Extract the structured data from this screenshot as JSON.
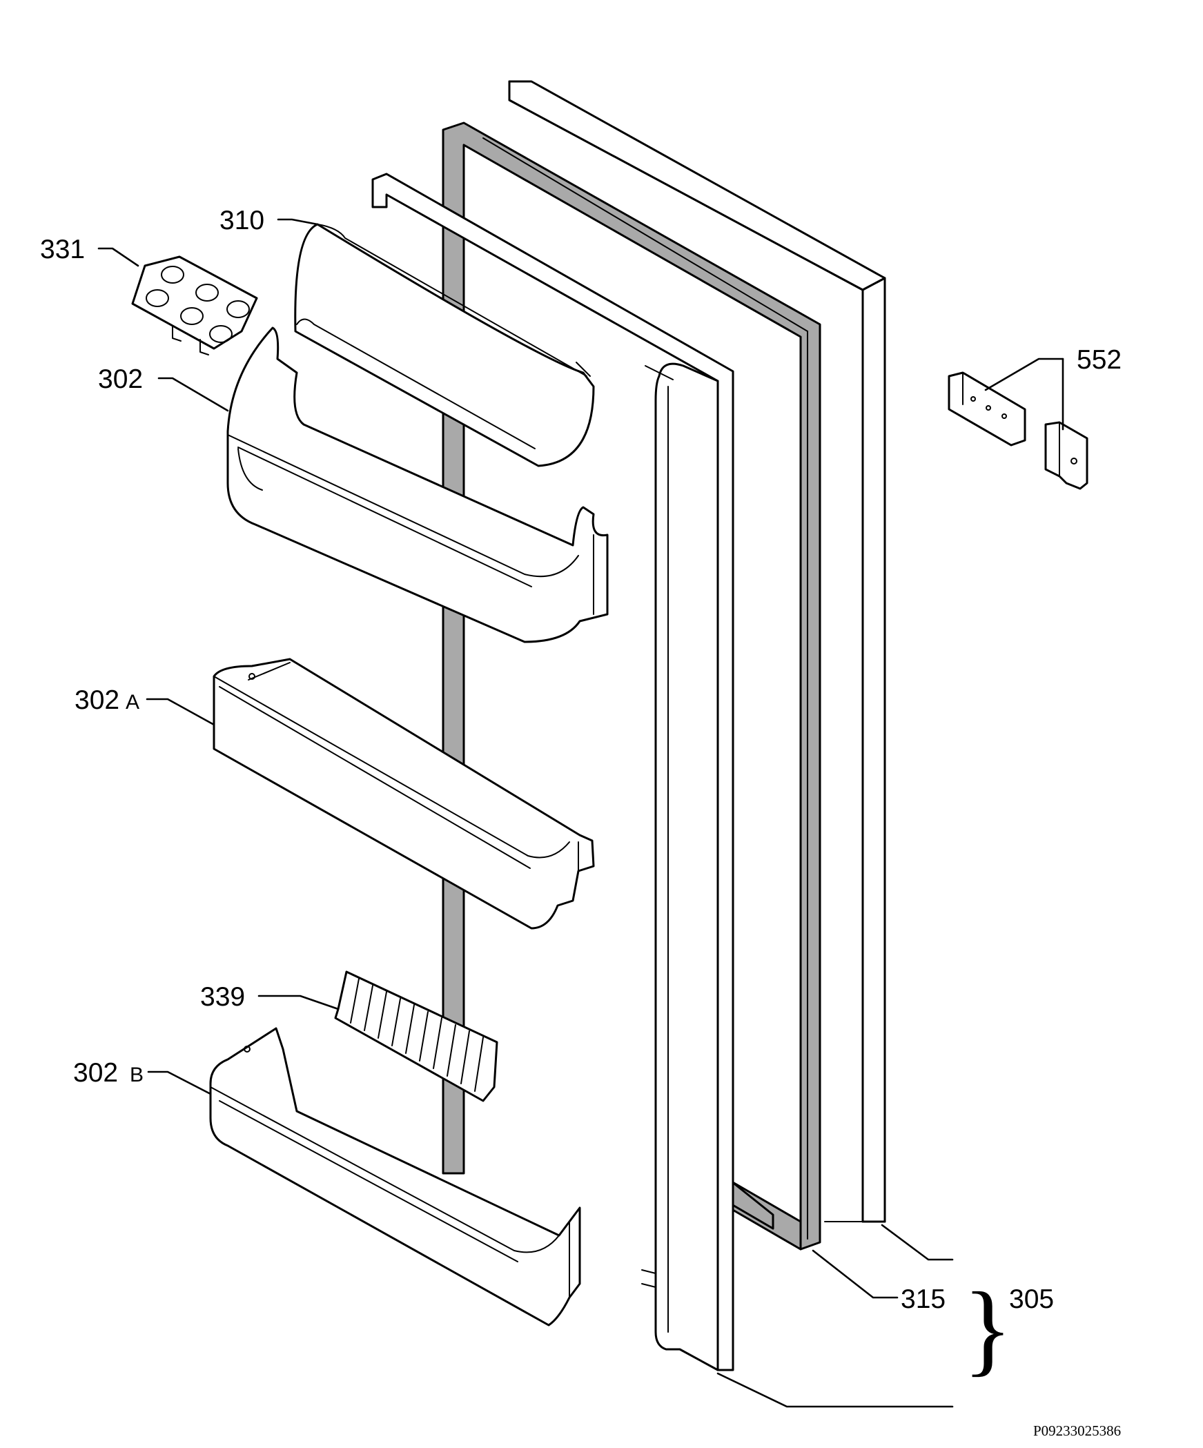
{
  "diagram": {
    "parts": [
      {
        "id": "331",
        "label": "331"
      },
      {
        "id": "310",
        "label": "310"
      },
      {
        "id": "302",
        "label": "302"
      },
      {
        "id": "302A",
        "label": "302",
        "suffix": "A"
      },
      {
        "id": "339",
        "label": "339"
      },
      {
        "id": "302B",
        "label": "302",
        "suffix": "B"
      },
      {
        "id": "552",
        "label": "552"
      },
      {
        "id": "315",
        "label": "315"
      },
      {
        "id": "305",
        "label": "305"
      }
    ],
    "drawing_number": "P09233025386",
    "colors": {
      "line": "#000000",
      "gasket": "#a9a9a9",
      "background": "#ffffff"
    }
  }
}
